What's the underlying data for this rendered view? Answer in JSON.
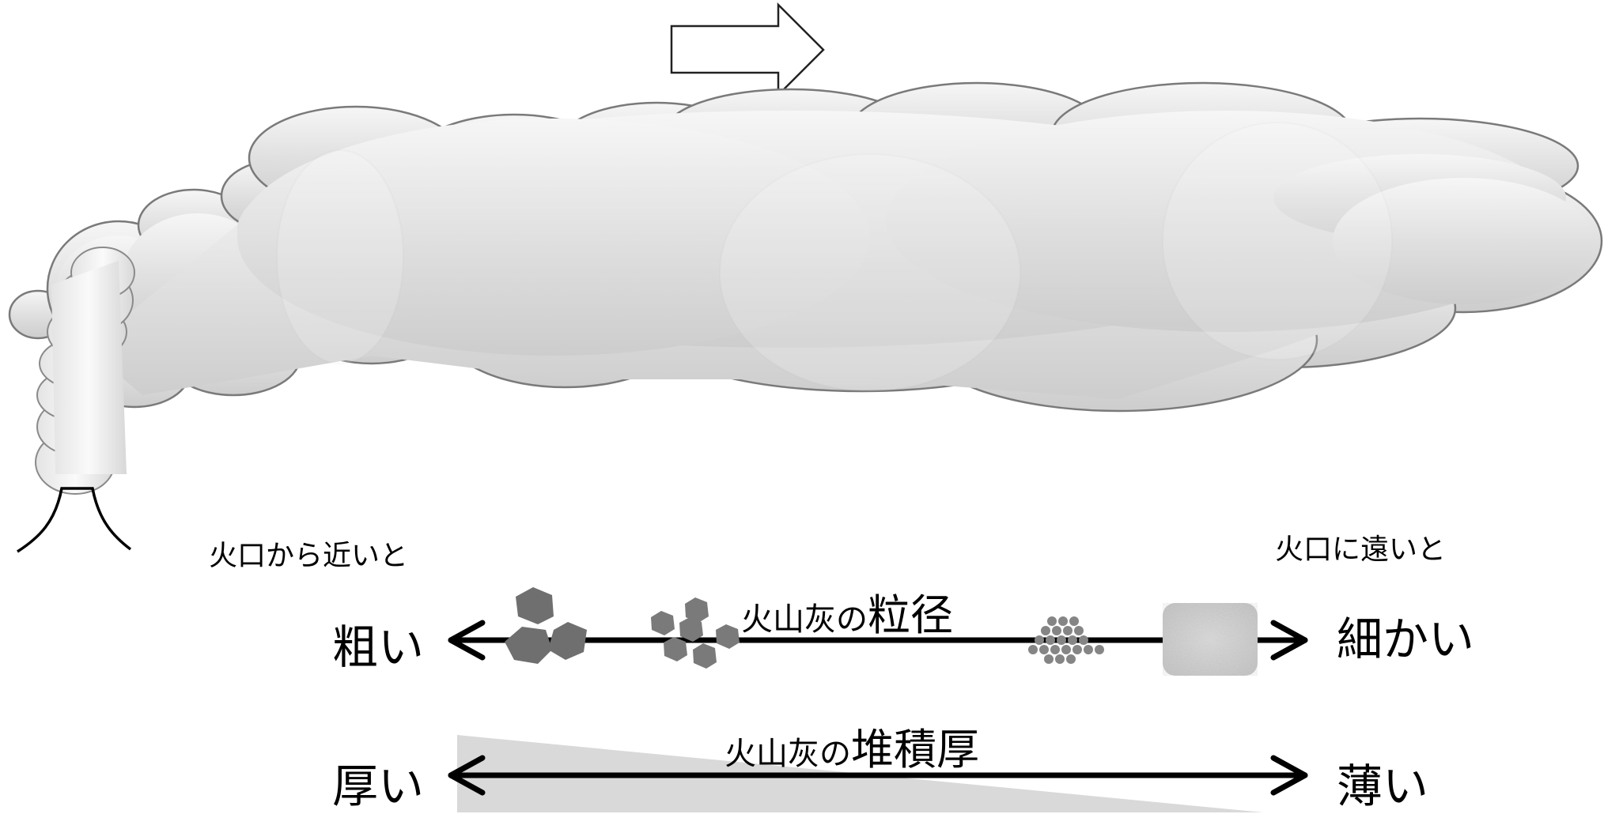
{
  "labels": {
    "near_vent": "火口から近いと",
    "far_vent": "火口に遠いと"
  },
  "grain_size": {
    "title_prefix": "火山灰の",
    "title_emphasis": "粒径",
    "left_end": "粗い",
    "right_end": "細かい"
  },
  "deposit_thickness": {
    "title_prefix": "火山灰の",
    "title_emphasis": "堆積厚",
    "left_end": "厚い",
    "right_end": "薄い"
  },
  "colors": {
    "cloud_fill": "#dcdcdc",
    "cloud_outline": "#7a7a7a",
    "coarse_particle": "#6f6f6f",
    "medium_particle": "#7a7a7a",
    "fine_particle": "#858585",
    "very_fine_ash": "#d4d4d4",
    "thickness_wedge": "#d9d9d9",
    "arrow": "#000000"
  }
}
